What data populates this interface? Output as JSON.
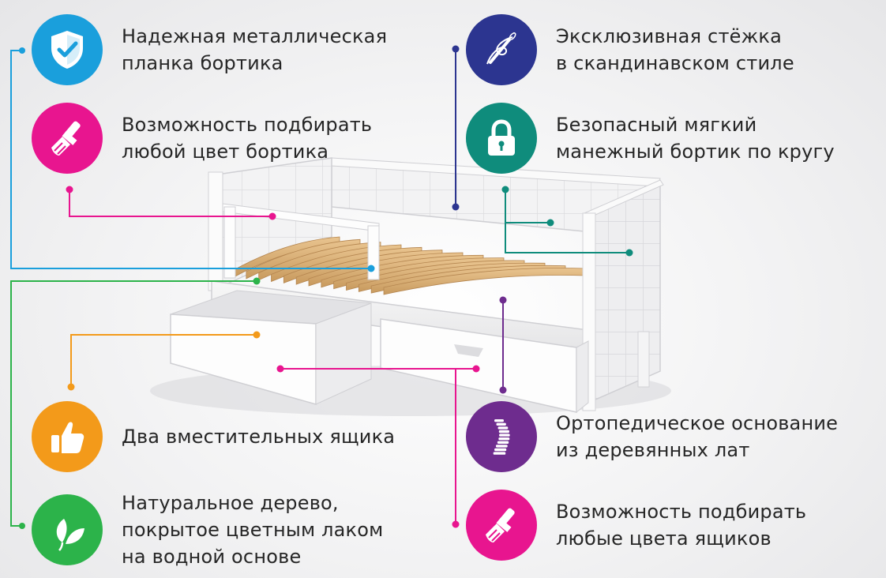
{
  "colors": {
    "blue": "#1a9fdc",
    "magenta": "#e8158f",
    "indigo": "#2c3590",
    "teal": "#0f8c7c",
    "orange": "#f39a1a",
    "green": "#2cb34a",
    "purple": "#6e2c8e"
  },
  "features": {
    "metal_plank": {
      "icon": "shield-check-icon",
      "lines": [
        "Надежная металлическая",
        "планка бортика"
      ]
    },
    "side_color": {
      "icon": "paint-brush-icon",
      "lines": [
        "Возможность подбирать",
        "любой цвет бортика"
      ]
    },
    "stitching": {
      "icon": "needle-thread-icon",
      "lines": [
        "Эксклюзивная стёжка",
        "в скандинавском стиле"
      ]
    },
    "soft_side": {
      "icon": "padlock-icon",
      "lines": [
        "Безопасный мягкий",
        "манежный бортик по кругу"
      ]
    },
    "drawers": {
      "icon": "thumbs-up-icon",
      "lines": [
        "Два вместительных ящика"
      ]
    },
    "wood": {
      "icon": "leaf-icon",
      "lines": [
        "Натуральное дерево,",
        "покрытое цветным лаком",
        "на водной основе"
      ]
    },
    "orthopedic": {
      "icon": "spine-icon",
      "lines": [
        "Ортопедическое основание",
        "из деревянных лат"
      ]
    },
    "drawer_color": {
      "icon": "paint-brush-icon",
      "lines": [
        "Возможность подбирать",
        "любые цвета ящиков"
      ]
    }
  }
}
